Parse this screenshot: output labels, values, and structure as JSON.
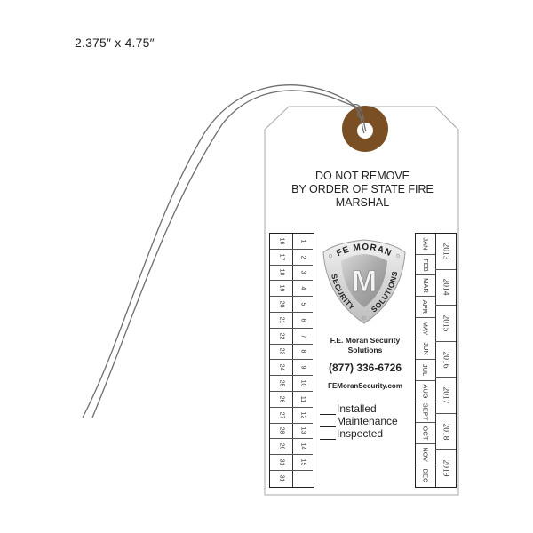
{
  "dimensions_label": "2.375″ x 4.75″",
  "tag": {
    "warning_lines": [
      "DO NOT REMOVE",
      "BY ORDER OF STATE FIRE",
      "MARSHAL"
    ],
    "grommet_color": "#7a4f23",
    "logo": {
      "top_text": "FE MORAN",
      "left_text": "SECURITY",
      "right_text": "SOLUTIONS",
      "center_letter": "M"
    },
    "company_name_line1": "F.E. Moran Security",
    "company_name_line2": "Solutions",
    "phone": "(877) 336-6726",
    "website": "FEMoranSecurity.com",
    "service_checks": [
      {
        "label": "Installed"
      },
      {
        "label": "Maintenance"
      },
      {
        "label": "Inspected"
      }
    ],
    "day_grid": {
      "column_a": [
        "16",
        "17",
        "18",
        "19",
        "20",
        "21",
        "22",
        "23",
        "24",
        "25",
        "26",
        "27",
        "28",
        "29",
        "31",
        "31"
      ],
      "column_b": [
        "1",
        "2",
        "3",
        "4",
        "5",
        "6",
        "7",
        "8",
        "9",
        "10",
        "11",
        "12",
        "13",
        "14",
        "15",
        ""
      ]
    },
    "month_grid": {
      "months": [
        "JAN",
        "FEB",
        "MAR",
        "APR",
        "MAY",
        "JUN",
        "JUL",
        "AUG",
        "SEPT",
        "OCT",
        "NOV",
        "DEC"
      ],
      "years": [
        "2013",
        "2014",
        "2015",
        "2016",
        "2017",
        "2018",
        "2019"
      ]
    }
  }
}
